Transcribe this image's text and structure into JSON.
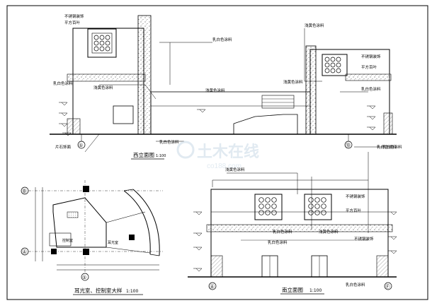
{
  "labels": {
    "white_paint": "乳白色涂料",
    "beige_paint": "浅黄色涂料",
    "steel_decor": "不锈钢装饰",
    "square_panel": "平方百叶",
    "stone_facing": "片石饰面",
    "axis_1": "①",
    "axis_13": "⑬",
    "axis_A": "Ⓐ",
    "axis_B": "Ⓑ",
    "axis_F": "Ⓕ"
  },
  "titles": {
    "west": "西立面图",
    "west_scale": "1:100",
    "south": "南立面图",
    "south_scale": "1:100",
    "detail": "耳光室、控制室大样",
    "detail_scale": "1:100"
  },
  "detail_rooms": {
    "room_a": "控制室",
    "room_b": "耳光室"
  },
  "watermark": {
    "main": "土木在线",
    "sub": "co188.com"
  },
  "colors": {
    "line": "#000000",
    "hatch": "#888888",
    "watermark": "#c9d9e6"
  }
}
